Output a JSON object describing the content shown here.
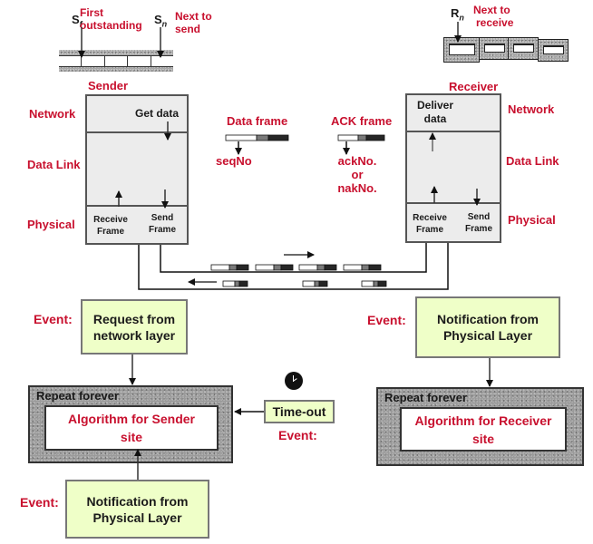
{
  "sender_window": {
    "sf_label": "S",
    "sf_sub": "f",
    "sf_desc_line1": "First",
    "sf_desc_line2": "outstanding",
    "sn_label": "S",
    "sn_sub": "n",
    "sn_desc_line1": "Next to",
    "sn_desc_line2": "send",
    "title": "Sender",
    "slots": 5
  },
  "receiver_window": {
    "rn_label": "R",
    "rn_sub": "n",
    "rn_desc_line1": "Next to",
    "rn_desc_line2": "receive",
    "title": "Receiver",
    "slots": 4
  },
  "layers": {
    "network": "Network",
    "data_link": "Data Link",
    "physical": "Physical"
  },
  "sender_stack": {
    "get_data": "Get data",
    "receive_frame_line1": "Receive",
    "receive_frame_line2": "Frame",
    "send_frame_line1": "Send",
    "send_frame_line2": "Frame"
  },
  "receiver_stack": {
    "deliver_line1": "Deliver",
    "deliver_line2": "data",
    "receive_frame_line1": "Receive",
    "receive_frame_line2": "Frame",
    "send_frame_line1": "Send",
    "send_frame_line2": "Frame"
  },
  "frames": {
    "data_frame_title": "Data frame",
    "data_frame_field": "seqNo",
    "ack_frame_title": "ACK frame",
    "ack_field_line1": "ackNo.",
    "ack_field_line2": "or",
    "ack_field_line3": "nakNo.",
    "data_frames_in_transit": 4,
    "ack_frames_in_transit": 3
  },
  "sender_events": {
    "event_label": "Event:",
    "request_line1": "Request from",
    "request_line2": "network layer",
    "repeat_label": "Repeat forever",
    "algorithm_line1": "Algorithm for Sender",
    "algorithm_line2": "site",
    "timeout_label": "Time-out",
    "timeout_event_label": "Event:",
    "notification_event_label": "Event:",
    "notification_line1": "Notification from",
    "notification_line2": "Physical Layer"
  },
  "receiver_events": {
    "event_label": "Event:",
    "notification_line1": "Notification from",
    "notification_line2": "Physical Layer",
    "repeat_label": "Repeat forever",
    "algorithm_line1": "Algorithm for Receiver",
    "algorithm_line2": "site"
  },
  "colors": {
    "label_red": "#c8102e",
    "event_box_green": "#efffc8",
    "stack_gray": "#ececec"
  }
}
